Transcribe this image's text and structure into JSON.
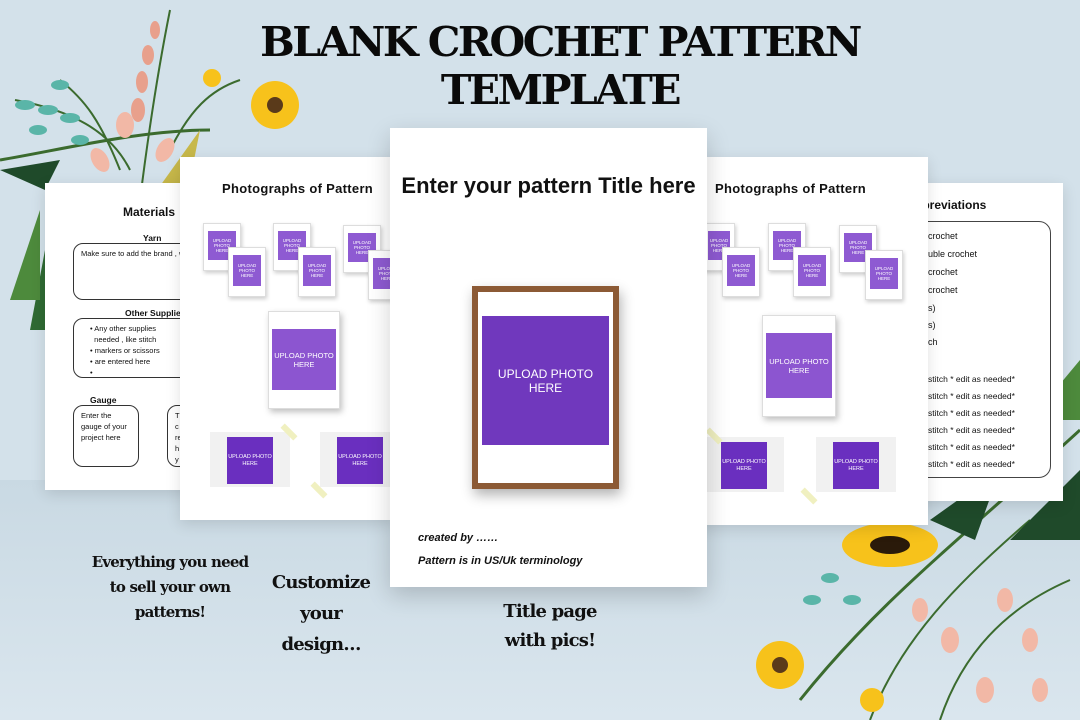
{
  "title": "BLANK CROCHET PATTERN TEMPLATE",
  "pages": {
    "materials": {
      "heading": "Materials",
      "yarn_label": "Yarn",
      "yarn_text": "Make sure to add the brand , weight used",
      "other_label": "Other Supplie",
      "other_items": [
        "Any other supplies",
        "needed , like stitch",
        "markers or scissors",
        "are entered here",
        ""
      ],
      "gauge_label": "Gauge",
      "gauge_text": "Enter the gauge of your project here",
      "gauge_side_text": "T c re h y"
    },
    "abbreviations": {
      "heading": "bbreviations",
      "items": [
        "crochet",
        "uble crochet",
        "crochet",
        "crochet",
        "s)",
        "s)",
        "ch",
        "stitch * edit as needed*",
        "stitch * edit as needed*",
        "stitch * edit as needed*",
        "stitch * edit as needed*",
        "stitch * edit as needed*",
        "stitch * edit as needed*"
      ]
    },
    "photos_left": {
      "heading": "Photographs of Pattern",
      "upload_text": "UPLOAD PHOTO HERE"
    },
    "photos_right": {
      "heading": "Photographs of Pattern",
      "upload_text": "UPLOAD PHOTO HERE"
    },
    "title_page": {
      "title": "Enter your pattern Title here",
      "upload_text": "UPLOAD PHOTO HERE",
      "created_by": "created by ……",
      "terminology": "Pattern is in US/Uk terminology"
    }
  },
  "captions": {
    "left": "Everything you need to sell your own patterns!",
    "middle": "Customize your design…",
    "right": "Title page with pics!"
  },
  "colors": {
    "purple": "#6e34c0",
    "frame": "#8c5a35",
    "background": "#d3e1ea"
  }
}
